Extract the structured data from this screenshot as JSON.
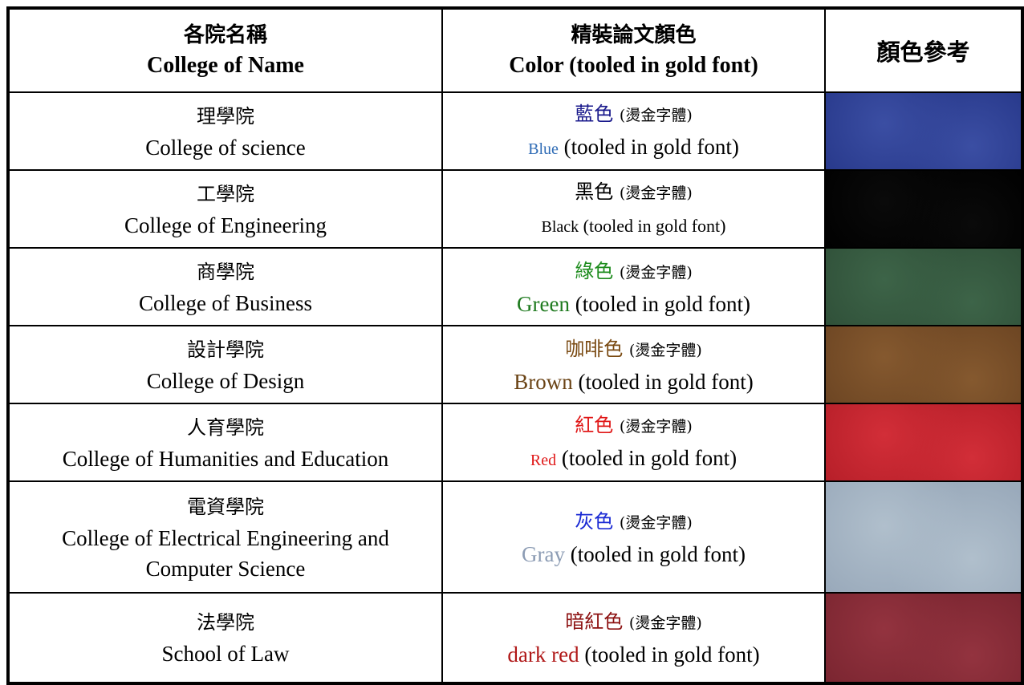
{
  "header": {
    "col1_zh": "各院名稱",
    "col1_en": "College of Name",
    "col2_zh": "精裝論文顏色",
    "col2_en": "Color (tooled in gold font)",
    "col3_zh": "顏色參考"
  },
  "note_zh": "(燙金字體)",
  "tooled_suffix": " (tooled in gold font)",
  "rows": [
    {
      "college_zh": "理學院",
      "college_en": "College of science",
      "color_zh": "藍色",
      "color_en": "Blue",
      "text_color": "#1a1a8c",
      "en_color": "#2e6bb5",
      "swatch": "#27388a",
      "swatch_hi": "#3b4ea3"
    },
    {
      "college_zh": "工學院",
      "college_en": "College of Engineering",
      "color_zh": "黑色",
      "color_en": "Black",
      "text_color": "#000000",
      "en_color": "#000000",
      "swatch": "#000000",
      "swatch_hi": "#0a0a0a"
    },
    {
      "college_zh": "商學院",
      "college_en": "College of Business",
      "color_zh": "綠色",
      "color_en": "Green",
      "text_color": "#1e8c1e",
      "en_color": "#1e7a1e",
      "swatch": "#2f4f38",
      "swatch_hi": "#3d6448"
    },
    {
      "college_zh": "設計學院",
      "college_en": "College of Design",
      "color_zh": "咖啡色",
      "color_en": "Brown",
      "text_color": "#7a4a12",
      "en_color": "#6b4416",
      "swatch": "#6b4422",
      "swatch_hi": "#85592f"
    },
    {
      "college_zh": "人育學院",
      "college_en": "College of Humanities and Education",
      "color_zh": "紅色",
      "color_en": "Red",
      "text_color": "#e01818",
      "en_color": "#e01818",
      "swatch": "#b51e28",
      "swatch_hi": "#d22e38"
    },
    {
      "college_zh": "電資學院",
      "college_en": "College of Electrical Engineering and",
      "college_en2": "Computer Science",
      "color_zh": "灰色",
      "color_en": "Gray",
      "text_color": "#1a2ad4",
      "en_color": "#8c9cb4",
      "swatch": "#9aaabb",
      "swatch_hi": "#b0bfcc"
    },
    {
      "college_zh": "法學院",
      "college_en": "School of Law",
      "color_zh": "暗紅色",
      "color_en": "dark red",
      "text_color": "#8c1010",
      "en_color": "#b01818",
      "swatch": "#7a2530",
      "swatch_hi": "#93333f"
    }
  ]
}
